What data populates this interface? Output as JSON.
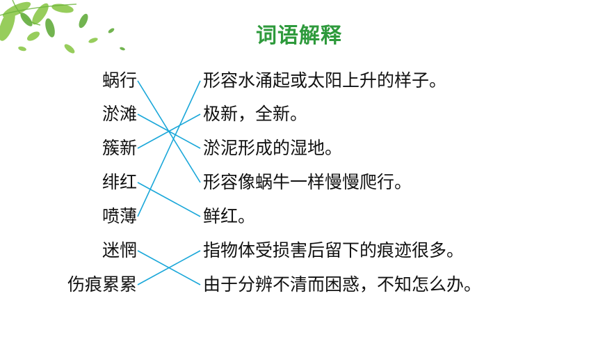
{
  "title": "词语解释",
  "terms": [
    "蜗行",
    "淤滩",
    "簇新",
    "绯红",
    "喷薄",
    "迷惘",
    "伤痕累累"
  ],
  "definitions": [
    "形容水涌起或太阳上升的样子。",
    "极新，全新。",
    "淤泥形成的湿地。",
    "形容像蜗牛一样慢慢爬行。",
    "鲜红。",
    "指物体受损害后留下的痕迹很多。",
    "由于分辨不清而困惑，不知怎么办。"
  ],
  "matches": [
    [
      1,
      4
    ],
    [
      2,
      3
    ],
    [
      3,
      2
    ],
    [
      4,
      5
    ],
    [
      5,
      1
    ],
    [
      6,
      7
    ],
    [
      7,
      6
    ]
  ],
  "colors": {
    "title": "#2e9a3c",
    "line": "#1aa7d9",
    "leaf": "#7cc242"
  },
  "decoration_icon": "green-leaves-icon"
}
